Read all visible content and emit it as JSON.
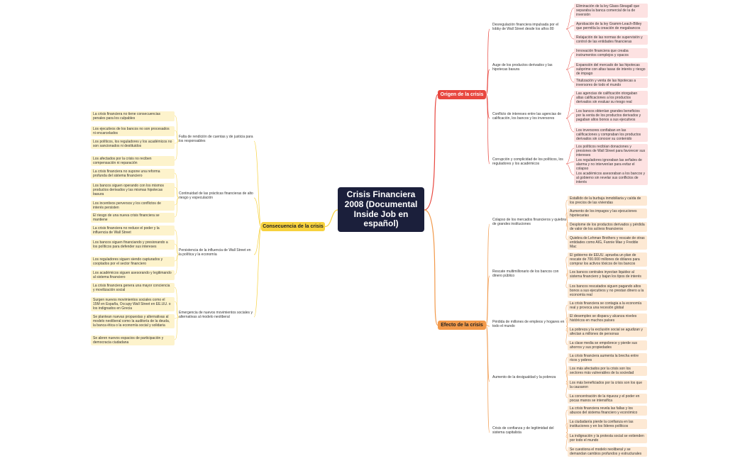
{
  "center": "Crisis Financiera 2008 (Documental Inside Job en español)",
  "branches": [
    {
      "title": "Origen de la crisis",
      "color": "#e8473f",
      "subs": [
        {
          "label": "Desregulación financiera impulsada por el lobby de Wall Street desde los años 80",
          "leaves": [
            "Eliminación de la ley Glass-Steagall que separaba la banca comercial de la de inversión",
            "Aprobación de la ley Gramm-Leach-Bliley que permitía la creación de megabancos",
            "Relajación de las normas de supervisión y control de las entidades financieras"
          ]
        },
        {
          "label": "Auge de los productos derivados y las hipotecas basura",
          "leaves": [
            "Innovación financiera que creaba instrumentos complejos y opacos",
            "Expansión del mercado de las hipotecas subprime con altas tasas de interés y riesgo de impago",
            "Titulización y venta de las hipotecas a inversores de todo el mundo"
          ]
        },
        {
          "label": "Conflicto de intereses entre las agencias de calificación, los bancos y los inversores",
          "leaves": [
            "Las agencias de calificación otorgaban altas calificaciones a los productos derivados sin evaluar su riesgo real",
            "Los bancos obtenían grandes beneficios por la venta de los productos derivados y pagaban altos bonos a sus ejecutivos",
            "Los inversores confiaban en las calificaciones y compraban los productos derivados sin conocer su contenido"
          ]
        },
        {
          "label": "Corrupción y complicidad de los políticos, los reguladores y los académicos",
          "leaves": [
            "Los políticos recibían donaciones y presiones de Wall Street para favorecer sus intereses",
            "Los reguladores ignoraban las señales de alarma y no intervenían para evitar el colapso",
            "Los académicos asesoraban a los bancos y al gobierno sin revelar sus conflictos de interés"
          ]
        }
      ]
    },
    {
      "title": "Efecto de la crisis",
      "color": "#f2994a",
      "subs": [
        {
          "label": "Colapso de los mercados financieros y quiebra de grandes instituciones",
          "leaves": [
            "Estallido de la burbuja inmobiliaria y caída de los precios de las viviendas",
            "Aumento de los impagos y las ejecuciones hipotecarias",
            "Desplome de los productos derivados y pérdida de valor de los activos financieros",
            "Quiebra de Lehman Brothers y rescate de otras entidades como AIG, Fannie Mae y Freddie Mac"
          ]
        },
        {
          "label": "Rescate multimillonario de los bancos con dinero público",
          "leaves": [
            "El gobierno de EEUU. aprueba un plan de rescate de 700.000 millones de dólares para comprar los activos tóxicos de los bancos",
            "Los bancos centrales inyectan liquidez al sistema financiero y bajan los tipos de interés",
            "Los bancos rescatados siguen pagando altos bonos a sus ejecutivos y no prestan dinero a la economía real"
          ]
        },
        {
          "label": "Pérdida de millones de empleos y hogares en todo el mundo",
          "leaves": [
            "La crisis financiera se contagia a la economía real y provoca una recesión global",
            "El desempleo se dispara y alcanza niveles históricos en muchos países",
            "La pobreza y la exclusión social se agudizan y afectan a millones de personas",
            "La clase media se empobrece y pierde sus ahorros y sus propiedades"
          ]
        },
        {
          "label": "Aumento de la desigualdad y la pobreza",
          "leaves": [
            "La crisis financiera aumenta la brecha entre ricos y pobres",
            "Los más afectados por la crisis son los sectores más vulnerables de la sociedad",
            "Los más beneficiados por la crisis son los que la causaron",
            "La concentración de la riqueza y el poder en pocas manos se intensifica"
          ]
        },
        {
          "label": "Crisis de confianza y de legitimidad del sistema capitalista",
          "leaves": [
            "La crisis financiera revela las fallas y los abusos del sistema financiero y económico",
            "La ciudadanía pierde la confianza en las instituciones y en los líderes políticos",
            "La indignación y la protesta social se extienden por todo el mundo",
            "Se cuestiona el modelo neoliberal y se demandan cambios profundos y estructurales"
          ]
        }
      ]
    },
    {
      "title": "Consecuencia de la crisis",
      "color": "#f7d23e",
      "subs": [
        {
          "label": "Falta de rendición de cuentas y de justicia para los responsables",
          "leaves": [
            "La crisis financiera no tiene consecuencias penales para los culpables",
            "Los ejecutivos de los bancos no son procesados ni encarcelados",
            "Los políticos, los reguladores y los académicos no son sancionados ni destituidos",
            "Los afectados por la crisis no reciben compensación ni reparación"
          ]
        },
        {
          "label": "Continuidad de las prácticas financieras de alto riesgo y especulación",
          "leaves": [
            "La crisis financiera no supone una reforma profunda del sistema financiero",
            "Los bancos siguen operando con los mismos productos derivados y las mismas hipotecas basura",
            "Los incentivos perversos y los conflictos de interés persisten",
            "El riesgo de una nueva crisis financiera se mantiene"
          ]
        },
        {
          "label": "Persistencia de la influencia de Wall Street en la política y la economía",
          "leaves": [
            "La crisis financiera no reduce el poder y la influencia de Wall Street",
            "Los bancos siguen financiando y presionando a los políticos para defender sus intereses",
            "Los reguladores siguen siendo capturados y cooptados por el sector financiero",
            "Los académicos siguen asesorando y legitimando al sistema financiero"
          ]
        },
        {
          "label": "Emergencia de nuevos movimientos sociales y alternativas al modelo neoliberal",
          "leaves": [
            "La crisis financiera genera una mayor conciencia y movilización social",
            "Surgen nuevos movimientos sociales como el 15M en España, Occupy Wall Street en EE.UU. o los indignados en Grecia",
            "Se plantean nuevas propuestas y alternativas al modelo neoliberal como la auditoría de la deuda, la banca ética o la economía social y solidaria",
            "Se abren nuevos espacios de participación y democracia ciudadana"
          ]
        }
      ]
    }
  ]
}
